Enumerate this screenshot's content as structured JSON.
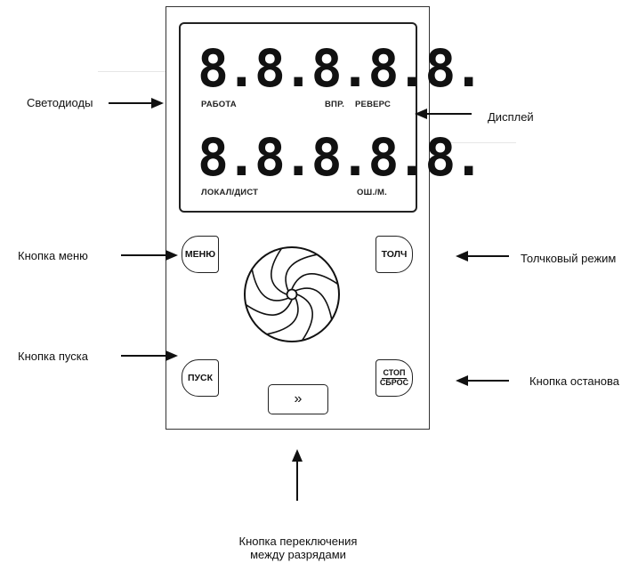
{
  "labels": {
    "leds": "Светодиоды",
    "display": "Дисплей",
    "menu_button": "Кнопка меню",
    "jog_mode": "Толчковый режим",
    "start_button": "Кнопка пуска",
    "stop_button": "Кнопка останова",
    "shift_line1": "Кнопка переключения",
    "shift_line2": "между разрядами"
  },
  "display": {
    "top_digits": "8.8.8.8.8.",
    "bottom_digits": "8.8.8.8.8.",
    "indicators": {
      "run": "РАБОТА",
      "fwd": "ВПР.",
      "rev": "РЕВЕРС",
      "local": "ЛОКАЛ/ДИСТ",
      "error": "ОШ./М."
    }
  },
  "keys": {
    "menu": "МЕНЮ",
    "jog": "ТОЛЧ",
    "run": "ПУСК",
    "stop_top": "СТОП",
    "stop_bottom": "СБРОС",
    "shift": "»"
  },
  "icons": {
    "dial": "rotary-knob-icon",
    "arrow": "arrow-icon"
  }
}
